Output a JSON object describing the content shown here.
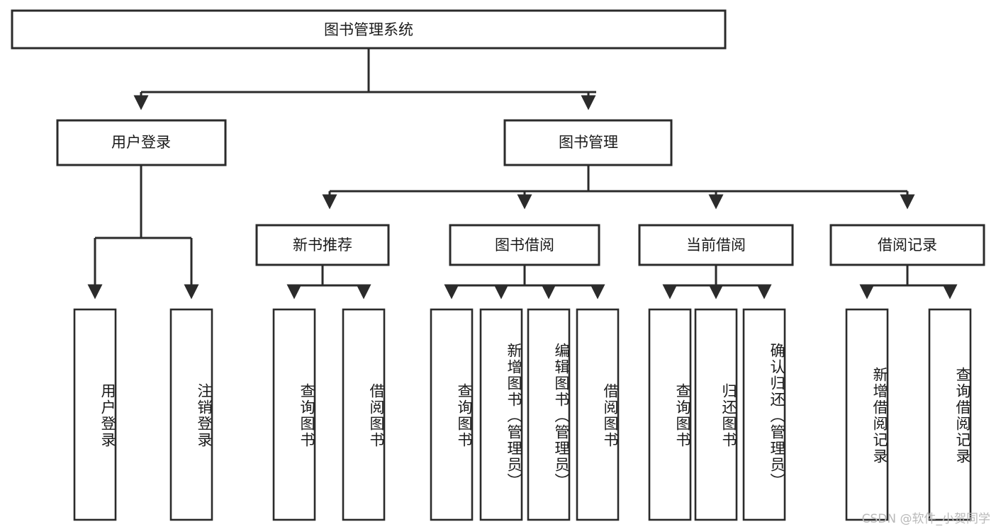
{
  "diagram": {
    "title": "图书管理系统",
    "type": "tree",
    "watermark": "CSDN @软件_小贺同学",
    "colors": {
      "box_stroke": "#2b2b2b",
      "box_fill": "#ffffff",
      "text": "#1a1a1a",
      "watermark": "#b9b9b9",
      "background": "#ffffff"
    },
    "root": {
      "label": "图书管理系统"
    },
    "level2": [
      {
        "label": "用户登录"
      },
      {
        "label": "图书管理"
      }
    ],
    "level3": [
      {
        "label": "新书推荐"
      },
      {
        "label": "图书借阅"
      },
      {
        "label": "当前借阅"
      },
      {
        "label": "借阅记录"
      }
    ],
    "leaves": {
      "user_login": [
        {
          "label": "用户登录"
        },
        {
          "label": "注销登录"
        }
      ],
      "new_book": [
        {
          "label": "查询图书"
        },
        {
          "label": "借阅图书"
        }
      ],
      "borrow_book": [
        {
          "label": "查询图书"
        },
        {
          "label": "新增图书（管理员）"
        },
        {
          "label": "编辑图书（管理员）"
        },
        {
          "label": "借阅图书"
        }
      ],
      "current_borrow": [
        {
          "label": "查询图书"
        },
        {
          "label": "归还图书"
        },
        {
          "label": "确认归还（管理员）"
        }
      ],
      "borrow_record": [
        {
          "label": "新增借阅记录"
        },
        {
          "label": "查询借阅记录"
        }
      ]
    }
  }
}
